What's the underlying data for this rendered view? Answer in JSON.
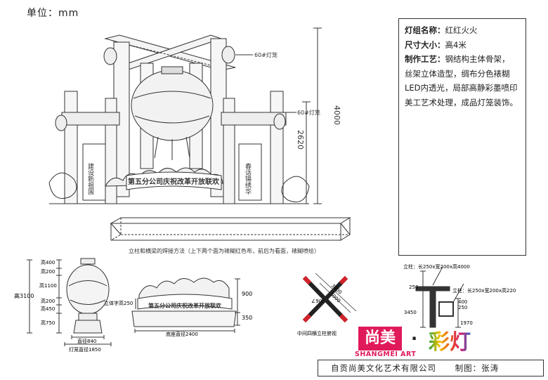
{
  "unit_label": "单位：mm",
  "spec": {
    "name_label": "灯组名称：",
    "name_value": "红红火火",
    "size_label": "尺寸大小：",
    "size_value": "高4米",
    "process_label": "制作工艺：",
    "process_lines": [
      "钢结构主体骨架，",
      "丝架立体造型，绸布分色裱糊",
      "LED内透光，局部高静彩墨喷印",
      "美工艺术处理，成品灯笼装饰。"
    ]
  },
  "main_view": {
    "lantern_label_top": "60#灯笼",
    "lantern_label_mid": "60#灯笼",
    "height_total": "4000",
    "height_mid": "2620",
    "left_scroll": "建设新祖国",
    "right_scroll": "春话锦绣华",
    "banner": "第五分公司庆祝改革开放联欢",
    "beam_note": "立柱和横梁的焊接方法（上下两个面为裱糊红色布，前后为看面，裱糊喷绘）"
  },
  "lantern_detail": {
    "heights": [
      "高400",
      "高200",
      "高1100",
      "高200",
      "高450",
      "高750"
    ],
    "total": "高3100",
    "base_diameter": "直径840",
    "lantern_diameter": "灯笼直径1850"
  },
  "base_detail": {
    "text_height": "立体字高250",
    "dims": [
      "900",
      "350"
    ],
    "base_diameter": "底座直径2400"
  },
  "cross_detail": {
    "dims": [
      "3900",
      "3000"
    ],
    "angle": "∠90°",
    "caption": "中间四横立柱俯视"
  },
  "column_detail": {
    "top_spec": "立柱：长250x宽200x高4000",
    "mid_spec": "立柱：长250x宽200x高220",
    "dims": [
      "250",
      "3450",
      "1970",
      "400",
      "250"
    ]
  },
  "logo": {
    "mark_a": "尚美",
    "mark_a_sub": "SHANGMEI ART",
    "dot": "·",
    "mark_b": "彩灯"
  },
  "footer": {
    "company": "自贡尚美文化艺术有限公司",
    "designer": "制图：张涛"
  },
  "colors": {
    "accent": "#e01a5a",
    "line": "#333333",
    "red": "#d2232a"
  }
}
